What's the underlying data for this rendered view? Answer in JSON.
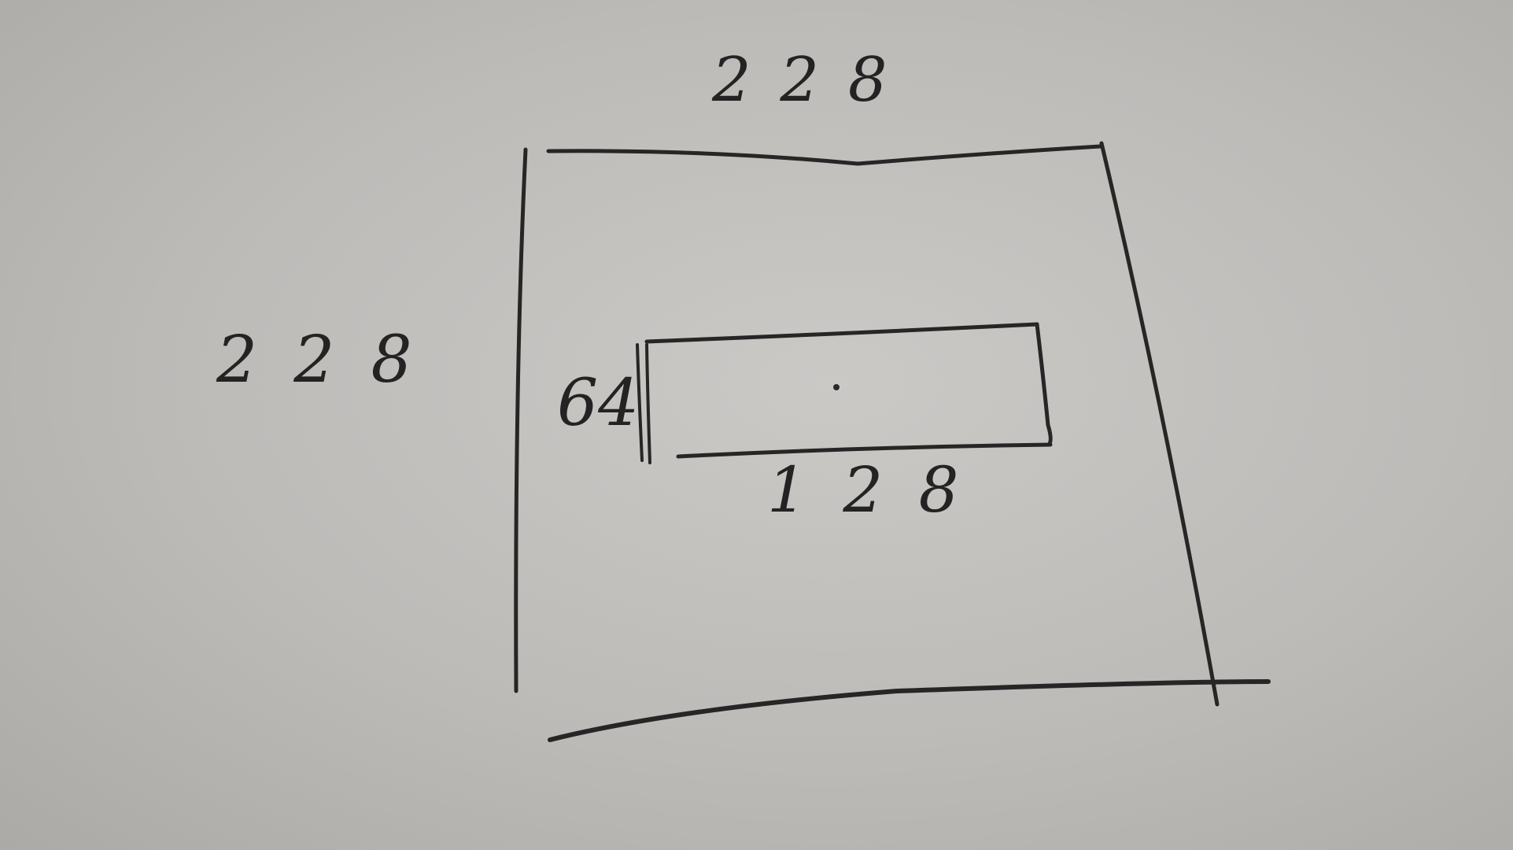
{
  "diagram": {
    "outer_width_label": "2 2 8",
    "outer_height_label": "2 2 8",
    "inner_height_label": "64",
    "inner_width_label": "1 2 8"
  },
  "colors": {
    "paper": "#bdbbb8",
    "ink": "#262626"
  }
}
